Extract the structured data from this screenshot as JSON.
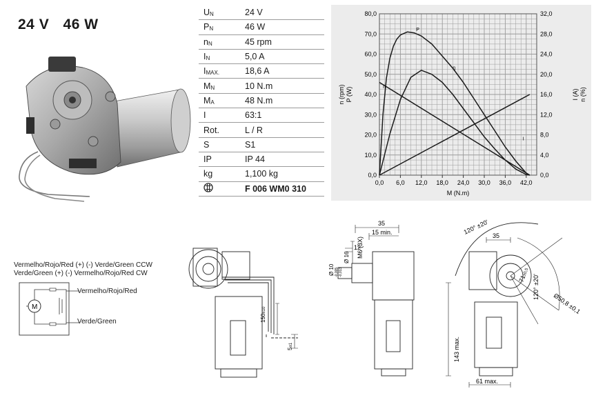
{
  "header": {
    "voltage": "24 V",
    "power": "46 W"
  },
  "specs": [
    {
      "sym": "U",
      "sub": "N",
      "val": "24 V"
    },
    {
      "sym": "P",
      "sub": "N",
      "val": "46 W"
    },
    {
      "sym": "n",
      "sub": "N",
      "val": "45 rpm"
    },
    {
      "sym": "I",
      "sub": "N",
      "val": "5,0 A"
    },
    {
      "sym": "I",
      "sub": "MAX.",
      "val": "18,6 A"
    },
    {
      "sym": "M",
      "sub": "N",
      "val": "10 N.m"
    },
    {
      "sym": "M",
      "sub": "A",
      "val": "48 N.m"
    },
    {
      "sym": "I",
      "sub": "",
      "val": "63:1"
    },
    {
      "sym": "Rot.",
      "sub": "",
      "val": "L / R"
    },
    {
      "sym": "S",
      "sub": "",
      "val": "S1"
    },
    {
      "sym": "IP",
      "sub": "",
      "val": "IP 44"
    },
    {
      "sym": "kg",
      "sub": "",
      "val": "1,100 kg"
    }
  ],
  "part_number": "F 006 WM0 310",
  "chart_data": {
    "type": "line",
    "xlabel": "M (N.m)",
    "ylabel_left": [
      "n (rpm)",
      "P (W)"
    ],
    "ylabel_right": [
      "I (A)",
      "n (%)"
    ],
    "x_ticks": [
      "0,0",
      "6,0",
      "12,0",
      "18,0",
      "24,0",
      "30,0",
      "36,0",
      "42,0"
    ],
    "y_left_ticks": [
      "0,0",
      "10,0",
      "20,0",
      "30,0",
      "40,0",
      "50,0",
      "60,0",
      "70,0",
      "80,0"
    ],
    "y_right_ticks": [
      "0,0",
      "4,0",
      "8,0",
      "12,0",
      "16,0",
      "20,0",
      "24,0",
      "28,0",
      "32,0"
    ],
    "xlim": [
      0,
      45
    ],
    "ylim_left": [
      0,
      80
    ],
    "ylim_right": [
      0,
      32
    ],
    "series": [
      {
        "name": "n",
        "axis": "left",
        "x": [
          0,
          43
        ],
        "y": [
          46,
          0
        ]
      },
      {
        "name": "P",
        "axis": "left",
        "x": [
          0,
          3,
          6,
          9,
          12,
          15,
          18,
          21,
          24,
          27,
          30,
          33,
          36,
          39,
          42,
          43
        ],
        "y": [
          0,
          20.5,
          37.5,
          48.5,
          52,
          50,
          46,
          40,
          33,
          26,
          19,
          13,
          7.5,
          3,
          0.3,
          0
        ]
      },
      {
        "name": "η",
        "axis": "left",
        "x": [
          0,
          1,
          2,
          3,
          4,
          5,
          6,
          8,
          10,
          12,
          15,
          18,
          21,
          24,
          27,
          30,
          33,
          36,
          39,
          42,
          43
        ],
        "y": [
          0,
          30,
          48,
          58,
          64,
          67.5,
          69.5,
          71,
          70.5,
          69,
          65,
          59,
          53,
          46,
          38,
          30,
          22,
          14,
          7,
          1,
          0
        ]
      },
      {
        "name": "I",
        "axis": "right",
        "x": [
          0,
          43
        ],
        "y": [
          0,
          16
        ]
      }
    ],
    "curve_labels": [
      "n",
      "P",
      "η",
      "I"
    ],
    "grid": true
  },
  "wiring": {
    "line1": "Vermelho/Rojo/Red (+) (-) Verde/Green CCW",
    "line2": "Verde/Green (+) (-) Vermelho/Rojo/Red CW",
    "label_top": "Vermelho/Rojo/Red",
    "label_bottom": "Verde/Green",
    "motor_symbol": "M"
  },
  "dims": {
    "d150": "150",
    "d150_tol": "±10",
    "d5": "5",
    "d5_tol": "±1",
    "d35_top": "35",
    "d15min": "15 min.",
    "m6": "M6 (3X)",
    "d12": "12",
    "d10": "Ø 10",
    "d10_tol_a": "-0,005",
    "d10_tol_b": "-0,013",
    "d16": "Ø 16",
    "d35_right": "35",
    "d120_top": "120° ±20'",
    "d120_right": "120° ±20'",
    "d71": "71",
    "d71_tol": "±0,5",
    "d50": "Ø50,8 ±0,1",
    "d143": "143 max.",
    "d61": "61 max."
  },
  "colors": {
    "chart_bg": "#ececec",
    "grid": "#8a8a8a",
    "curve": "#1a1a1a"
  },
  "icons": {
    "bosch_logo": "bosch-logo-icon"
  }
}
